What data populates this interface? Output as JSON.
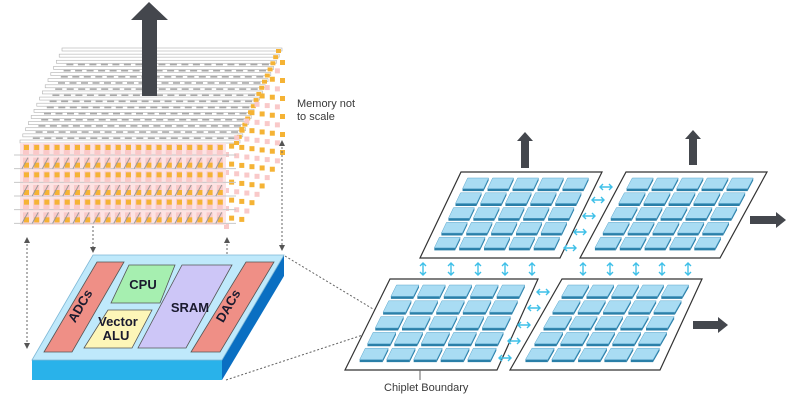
{
  "diagram": {
    "title": "Chiplet-based compute-in-memory architecture",
    "memory_stack": {
      "label_line1": "Memory not",
      "label_line2": "to scale",
      "layers": 6,
      "colors": {
        "cell": "#f5b335",
        "layer": "#f9c9c9",
        "line": "#b0b0b0"
      }
    },
    "chip": {
      "blocks": [
        {
          "id": "adcs",
          "label": "ADCs",
          "color": "#ef8f86"
        },
        {
          "id": "cpu",
          "label": "CPU",
          "color": "#a6efb0"
        },
        {
          "id": "vector-alu",
          "label_line1": "Vector",
          "label_line2": "ALU",
          "color": "#fdf6b8"
        },
        {
          "id": "sram",
          "label": "SRAM",
          "color": "#cdc6f7"
        },
        {
          "id": "dacs",
          "label": "DACs",
          "color": "#ef8f86"
        }
      ],
      "colors": {
        "top": "#bfe9fb",
        "front": "#29b2ea",
        "side": "#0a6fc2"
      }
    },
    "chiplets": {
      "label": "Chiplet Boundary",
      "count": 4,
      "grid_rows": 5,
      "grid_cols": 5,
      "colors": {
        "tile": "#a9dcf3",
        "tile_edge": "#2a7fa8",
        "link": "#3fc0e8",
        "arrow": "#44474d"
      }
    }
  }
}
